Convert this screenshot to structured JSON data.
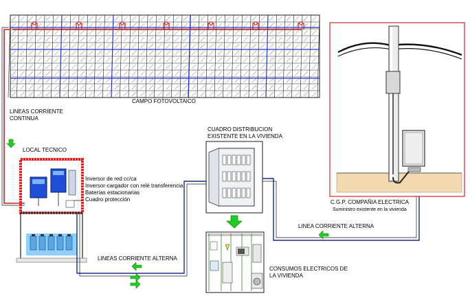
{
  "labels": {
    "campo": "CAMPO FOTOVOLTAICO",
    "lineas_cc_1": "LINEAS CORRIENTE",
    "lineas_cc_2": "CONTINUA",
    "local_tecnico": "LOCAL TECNICO",
    "equipos": [
      "Inversor de red cc/ca",
      "Inversor-cargador con relé transferencia",
      "Baterías estacionarias",
      "Cuadro protección"
    ],
    "cuadro_1": "CUADRO DISTRIBUCION",
    "cuadro_2": "EXISTENTE EN LA VIVIENDA",
    "cgp": "C.G.P. COMPAÑIA ELECTRICA",
    "suministro": "Suministro existente en la vivienda",
    "linea_ca_right": "LINEA CORRIENTE ALTERNA",
    "lineas_ca_bottom": "LINEAS CORRIENTE ALTERNA",
    "consumos_1": "CONSUMOS ELECTRICOS DE",
    "consumos_2": "LA VIVIENDA"
  },
  "colors": {
    "panel_grid": "#1a1a1a",
    "panel_frame": "#2233cc",
    "dc_wire": "#cc1f1f",
    "ac_wire": "#1a2a88",
    "arrow_green": "#22cc22",
    "local_border": "#e02020",
    "pole_frame": "#d02828",
    "ground": "#f2d9b0"
  }
}
